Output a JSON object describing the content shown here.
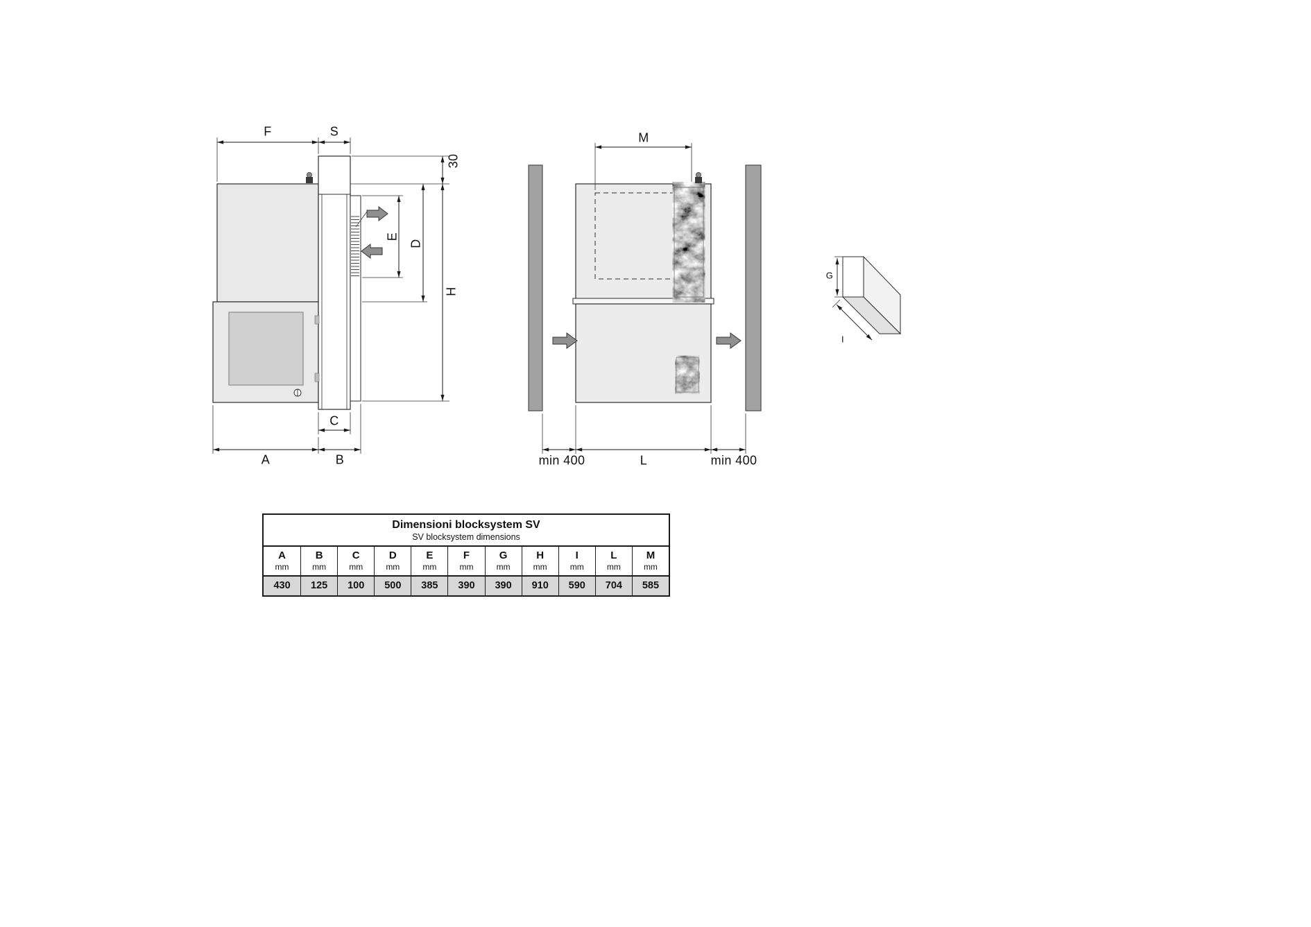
{
  "diagram": {
    "side_view": {
      "dim_f": "F",
      "dim_s": "S",
      "dim_30": "30",
      "dim_e": "E",
      "dim_d": "D",
      "dim_h": "H",
      "dim_c": "C",
      "dim_a": "A",
      "dim_b": "B"
    },
    "front_view": {
      "dim_m": "M",
      "dim_l": "L",
      "dim_min_left": "min 400",
      "dim_min_right": "min 400"
    },
    "iso_view": {
      "dim_g": "G",
      "dim_i": "I"
    }
  },
  "table": {
    "title": "Dimensioni blocksystem SV",
    "subtitle": "SV blocksystem dimensions",
    "unit": "mm",
    "columns": [
      "A",
      "B",
      "C",
      "D",
      "E",
      "F",
      "G",
      "H",
      "I",
      "L",
      "M"
    ],
    "values": [
      "430",
      "125",
      "100",
      "500",
      "385",
      "390",
      "390",
      "910",
      "590",
      "704",
      "585"
    ]
  },
  "chart_data": {
    "type": "table",
    "title": "Dimensioni blocksystem SV",
    "subtitle": "SV blocksystem dimensions",
    "columns": [
      "A mm",
      "B mm",
      "C mm",
      "D mm",
      "E mm",
      "F mm",
      "G mm",
      "H mm",
      "I mm",
      "L mm",
      "M mm"
    ],
    "values": [
      430,
      125,
      100,
      500,
      385,
      390,
      390,
      910,
      590,
      704,
      585
    ]
  },
  "colors": {
    "line": "#1a1a1a",
    "body_fill": "#ececec",
    "wall_fill": "#a2a2a2",
    "value_row_bg": "#d7d7d7",
    "arrow_fill": "#8f8f8f"
  }
}
